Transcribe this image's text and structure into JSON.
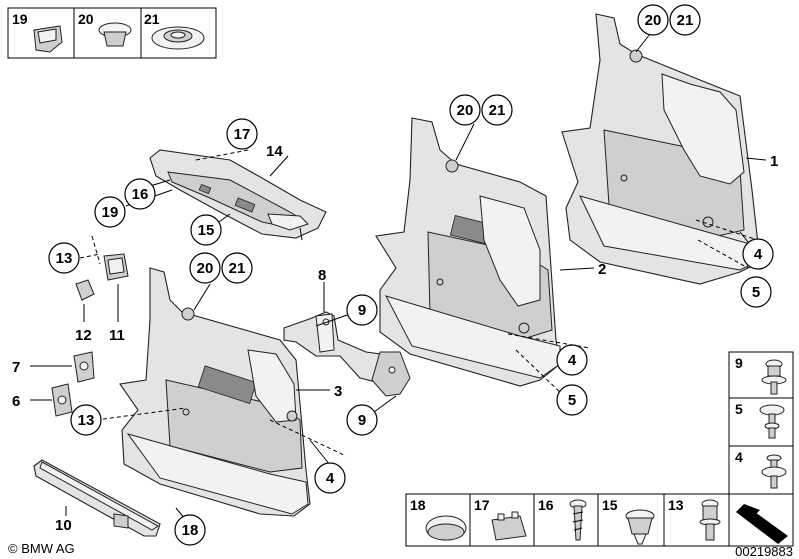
{
  "labels": {
    "p1": "1",
    "p2": "2",
    "p3": "3",
    "p4": "4",
    "p5": "5",
    "p6": "6",
    "p7": "7",
    "p8": "8",
    "p9": "9",
    "p10": "10",
    "p11": "11",
    "p12": "12",
    "p13": "13",
    "p14": "14",
    "p15": "15",
    "p16": "16",
    "p17": "17",
    "p18": "18",
    "p19": "19",
    "p20": "20",
    "p21": "21"
  },
  "footer": {
    "copyright": "© BMW AG",
    "diagram_number": "00219883"
  },
  "colors": {
    "panel_fill": "#e4e4e4",
    "panel_dark": "#cfcfcf",
    "grille": "#8a8a8a",
    "line": "#000000"
  }
}
